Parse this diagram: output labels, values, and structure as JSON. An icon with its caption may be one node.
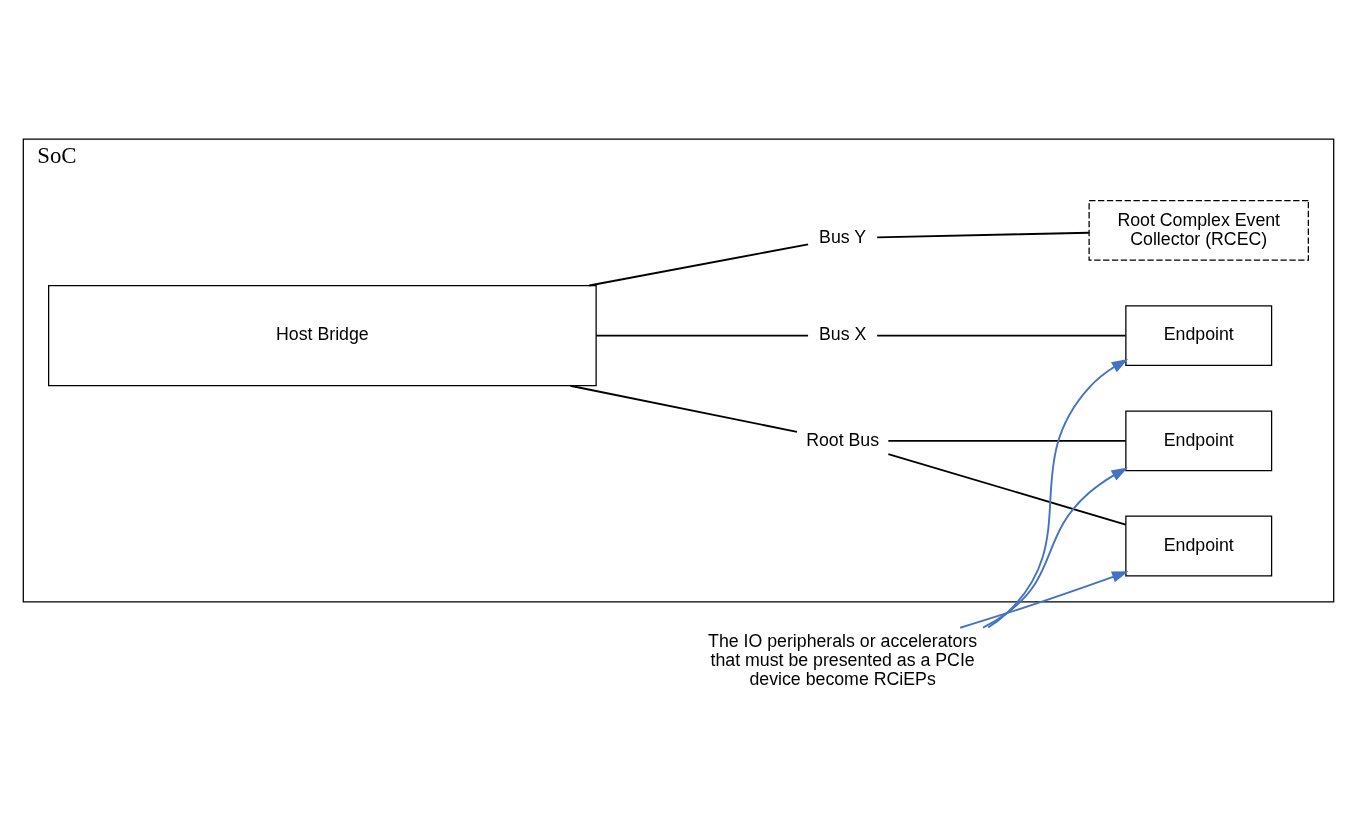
{
  "diagram": {
    "nodes": [
      {
        "text": [
          "SoC"
        ]
      },
      {
        "text": [
          "Host Bridge"
        ],
        "in": 0
      },
      {
        "text": [
          "Root Bus"
        ],
        "in": 0
      },
      {
        "text": [
          "Bus X"
        ],
        "in": 0
      },
      {
        "text": [
          "Bus Y"
        ],
        "in": 0
      },
      {
        "text": [
          "Endpoint"
        ],
        "in": 0
      },
      {
        "text": [
          "Endpoint"
        ],
        "in": 0
      },
      {
        "text": [
          "Root Complex Event Collector (RCEC)"
        ],
        "in": 0
      },
      {
        "text": [
          "Endpoint"
        ],
        "in": 0
      },
      {
        "text": [
          "The IO peripherals or accelerators that must be presented as a PCIe device become RCiEPs"
        ]
      }
    ],
    "edges": [
      {
        "from": 1,
        "to": 2,
        "arrow": "none"
      },
      {
        "from": 1,
        "to": 3,
        "arrow": "none"
      },
      {
        "from": 1,
        "to": 4,
        "arrow": "none"
      },
      {
        "from": 2,
        "to": 5,
        "arrow": "none"
      },
      {
        "from": 2,
        "to": 6,
        "arrow": "none"
      },
      {
        "from": 4,
        "to": 7,
        "arrow": "none"
      },
      {
        "from": 3,
        "to": 8,
        "arrow": "none"
      },
      {
        "from": 9,
        "to": 5,
        "arrow": "to",
        "color": "#4472c4"
      },
      {
        "from": 9,
        "to": 6,
        "arrow": "to",
        "color": "#4472c4"
      },
      {
        "from": 9,
        "to": 8,
        "arrow": "to",
        "color": "#4472c4"
      }
    ]
  }
}
